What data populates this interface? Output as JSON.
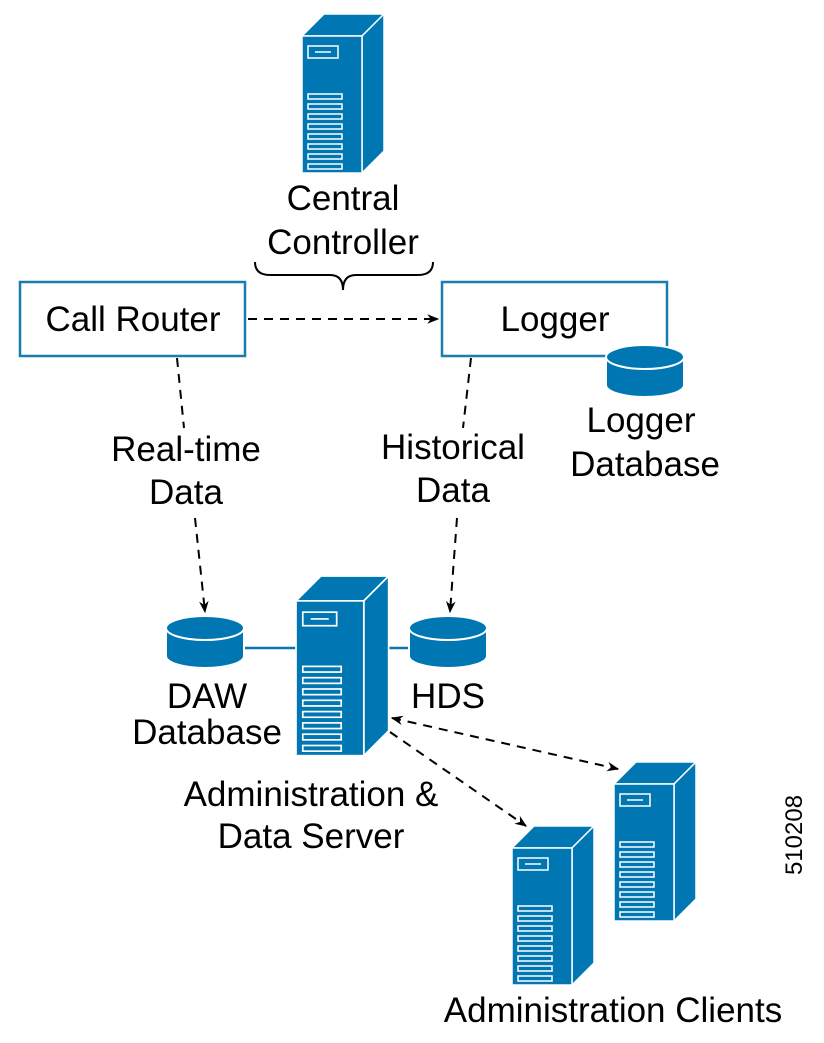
{
  "colors": {
    "device_fill": "#0077B3",
    "device_outline": "#ffffff",
    "box_stroke": "#1A7DAF",
    "connector": "#0A74AE",
    "text": "#000000",
    "arrow": "#000000"
  },
  "nodes": {
    "central_controller": {
      "label_lines": [
        "Central",
        "Controller"
      ],
      "icon": "server-tower-icon"
    },
    "call_router": {
      "label": "Call Router"
    },
    "logger": {
      "label": "Logger"
    },
    "logger_database": {
      "label_lines": [
        "Logger",
        "Database"
      ],
      "icon": "database-cylinder-icon"
    },
    "daw_database": {
      "label_lines": [
        "DAW",
        "Database"
      ],
      "icon": "database-cylinder-icon"
    },
    "hds": {
      "label": "HDS",
      "icon": "database-cylinder-icon"
    },
    "admin_data_server": {
      "label_lines": [
        "Administration &",
        "Data Server"
      ],
      "icon": "server-tower-icon"
    },
    "administration_clients": {
      "label": "Administration Clients",
      "icon": "server-tower-icon"
    }
  },
  "edges": {
    "realtime": {
      "label_lines": [
        "Real-time",
        "Data"
      ]
    },
    "historical": {
      "label_lines": [
        "Historical",
        "Data"
      ]
    }
  },
  "figure_id": "510208"
}
